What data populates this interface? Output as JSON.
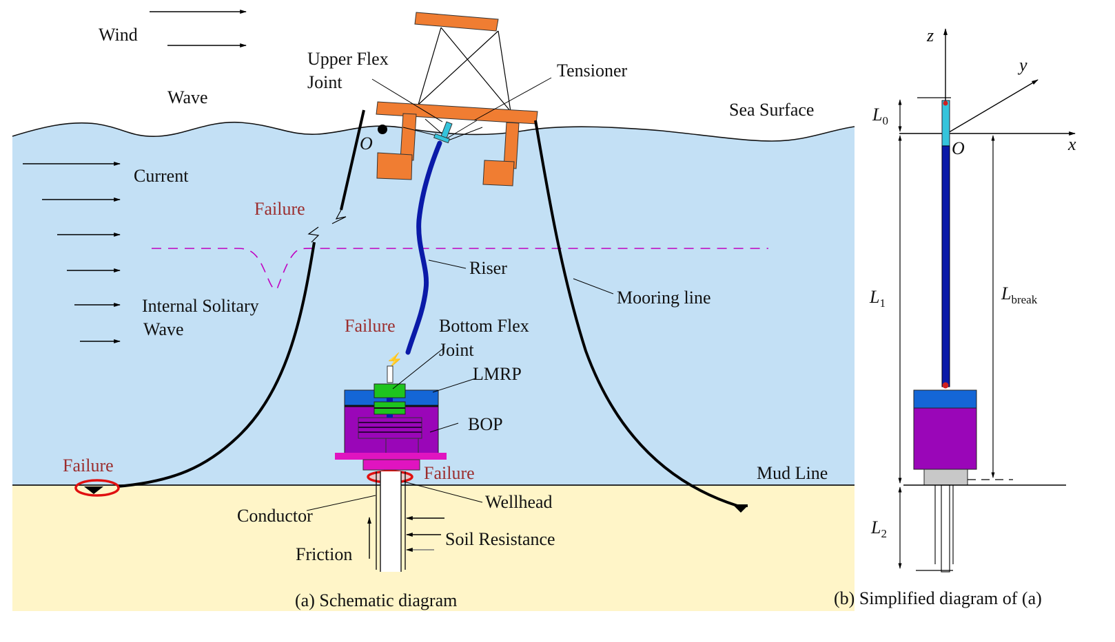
{
  "colors": {
    "sea": "#c3e0f5",
    "seabed": "#fff5c8",
    "platform": "#f07d32",
    "riser": "#0a1aa8",
    "flex_joint": "#35c4dc",
    "lmrp": "#1466d6",
    "bop": "#9a06b8",
    "base": "#e014c0",
    "lmrp_connector": "#1ec41e",
    "failure_text": "#9b2d2d",
    "failure_ring": "#e01010",
    "isw_line": "#c000c0",
    "wellhead_gray": "#c8c8c8"
  },
  "panel_a": {
    "labels": {
      "wind": "Wind",
      "wave": "Wave",
      "upper_flex_line1": "Upper Flex",
      "upper_flex_line2": "Joint",
      "tensioner": "Tensioner",
      "sea_surface": "Sea Surface",
      "origin": "O",
      "current": "Current",
      "failure_mooring": "Failure",
      "isw_line1": "Internal Solitary",
      "isw_line2": "Wave",
      "riser": "Riser",
      "mooring_line": "Mooring line",
      "failure_riser": "Failure",
      "bottom_flex_line1": "Bottom Flex",
      "bottom_flex_line2": "Joint",
      "lmrp": "LMRP",
      "bop": "BOP",
      "failure_anchor": "Failure",
      "failure_wellhead": "Failure",
      "mud_line": "Mud Line",
      "wellhead": "Wellhead",
      "conductor": "Conductor",
      "soil_resistance": "Soil Resistance",
      "friction": "Friction"
    },
    "caption": "(a) Schematic diagram"
  },
  "panel_b": {
    "axes": {
      "z": "z",
      "y": "y",
      "x": "x",
      "origin": "O"
    },
    "dimensions": {
      "L0": {
        "main": "L",
        "sub": "0"
      },
      "L1": {
        "main": "L",
        "sub": "1"
      },
      "L2": {
        "main": "L",
        "sub": "2"
      },
      "Lbreak": {
        "main": "L",
        "sub": "break"
      }
    },
    "caption": "(b) Simplified diagram of (a)"
  }
}
